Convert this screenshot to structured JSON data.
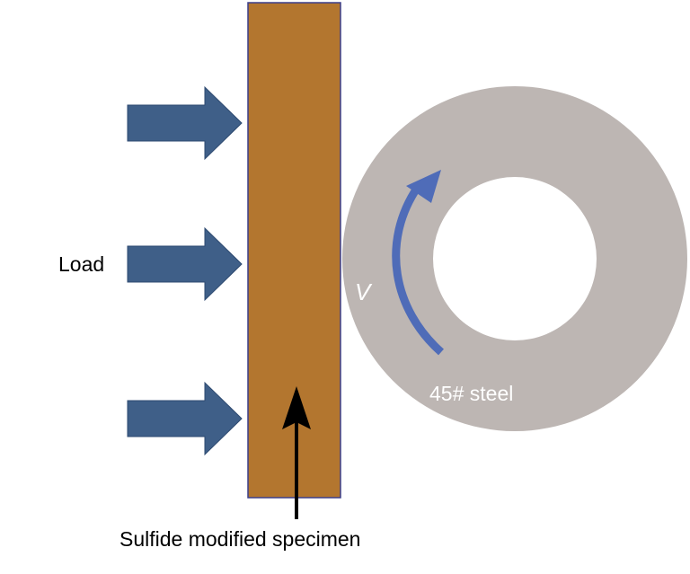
{
  "labels": {
    "load": "Load",
    "velocity": "V",
    "ring_material": "45# steel",
    "specimen": "Sulfide modified specimen"
  },
  "colors": {
    "specimen_fill": "#b3762f",
    "specimen_stroke": "#3b3f8c",
    "load_arrow": "#3f5f88",
    "load_arrow_stroke": "#2e4a70",
    "ring": "#bdb6b3",
    "rotation_arrow": "#4f6cb8",
    "pointer_arrow": "#000000"
  }
}
